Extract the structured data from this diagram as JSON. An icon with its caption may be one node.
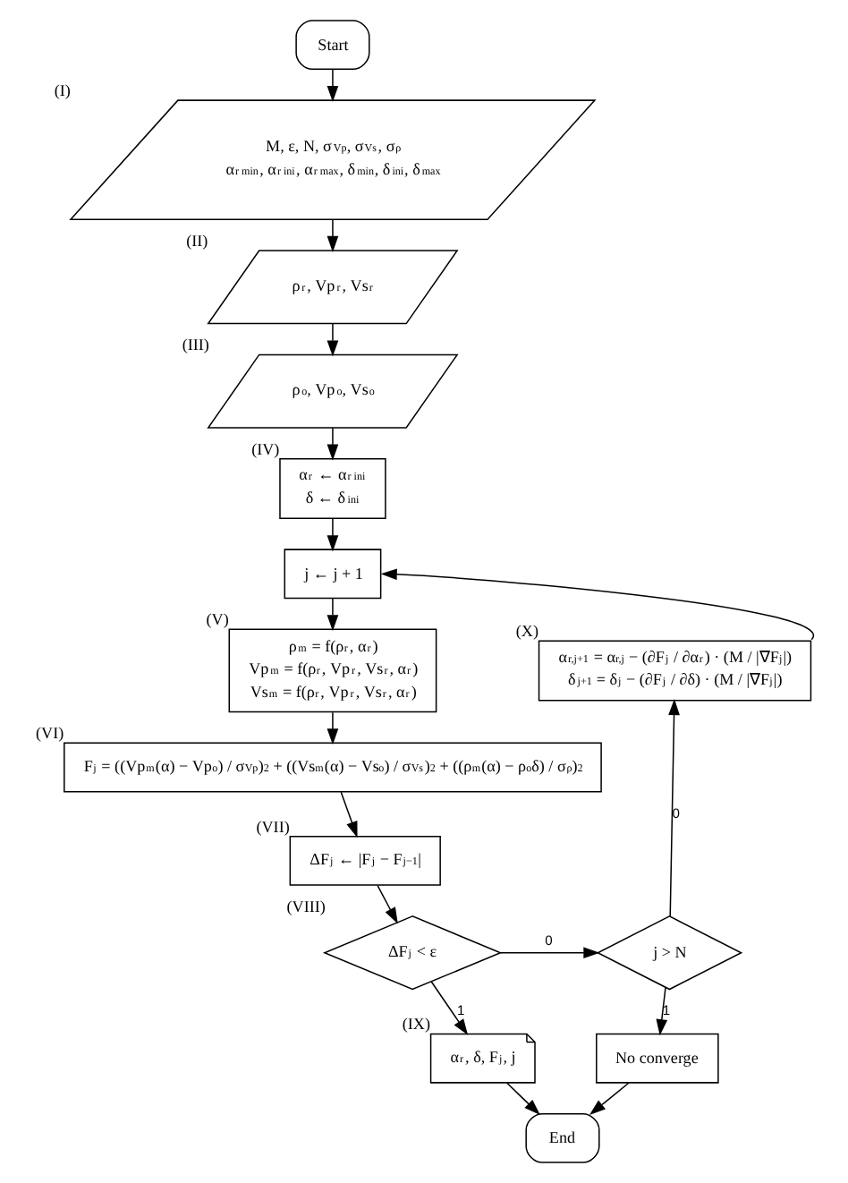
{
  "diagram": {
    "nodes": [
      {
        "text": [
          "Start"
        ]
      },
      {
        "text": [
          "M, ε, N, σ$_{Vp}$, σ$_{Vs}$, σ$_{ρ}$",
          "α$_{r min}$, α$_{r ini}$, α$_{r max}$, δ$_{min}$, δ$_{ini}$, δ$_{max}$"
        ],
        "beside": [
          "(I)"
        ]
      },
      {
        "text": [
          "ρ$_{r}$, Vp$_{r}$, Vs$_{r}$"
        ],
        "beside": [
          "(II)"
        ]
      },
      {
        "text": [
          "ρ$_{o}$, Vp$_{o}$, Vs$_{o}$"
        ],
        "beside": [
          "(III)"
        ]
      },
      {
        "text": [
          "α$_{r}$ ← α$_{r ini}$",
          "δ ← δ$_{ini}$"
        ],
        "beside": [
          "(IV)"
        ]
      },
      {
        "text": [
          "j ← j + 1"
        ]
      },
      {
        "text": [
          "ρ$_{m}$ = f(ρ$_{r}$, α$_{r}$)",
          "Vp$_{m}$ = f(ρ$_{r}$, Vp$_{r}$, Vs$_{r}$, α$_{r}$)",
          "Vs$_{m}$ = f(ρ$_{r}$, Vp$_{r}$, Vs$_{r}$, α$_{r}$)"
        ],
        "beside": [
          "(V)"
        ]
      },
      {
        "text": [
          "F$_{j}$ = ((Vp$_{m}$(α) − Vp$_{o}$) / σ$_{Vp}$)$^{2}$ + ((Vs$_{m}$(α) − Vs$_{o}$) / σ$_{Vs}$)$^{2}$ + ((ρ$_{m}$(α) − ρ$_{o}$δ) / σ$_{ρ}$)$^{2}$"
        ],
        "beside": [
          "(VI)"
        ]
      },
      {
        "text": [
          "ΔF$_{j}$ ← |F$_{j}$ − F$_{j−1}$|"
        ],
        "beside": [
          "(VII)"
        ]
      },
      {
        "text": [
          "ΔF$_{j}$ < ε"
        ],
        "beside": [
          "(VIII)"
        ]
      },
      {
        "text": [
          "j > N"
        ]
      },
      {
        "text": [
          "α$_{r}$, δ, F$_{j}$, j"
        ],
        "beside": [
          "(IX)"
        ]
      },
      {
        "text": [
          "No converge"
        ]
      },
      {
        "text": [
          "End"
        ]
      },
      {
        "text": [
          "α$_{r,j+1}$ = α$_{r,j}$ − (∂F$_{j}$ / ∂α$_{r}$) · (M / |∇F$_{j}$|)",
          "δ$_{j+1}$ = δ$_{j}$ − (∂F$_{j}$ / ∂δ) · (M / |∇F$_{j}$|)"
        ],
        "beside": [
          "(X)"
        ]
      }
    ],
    "edges": [
      {
        "from": 0,
        "to": 1,
        "arrow": "to"
      },
      {
        "from": 1,
        "to": 2,
        "arrow": "to"
      },
      {
        "from": 2,
        "to": 3,
        "arrow": "to"
      },
      {
        "from": 3,
        "to": 4,
        "arrow": "to"
      },
      {
        "from": 4,
        "to": 5,
        "arrow": "to"
      },
      {
        "from": 5,
        "to": 6,
        "arrow": "to"
      },
      {
        "from": 6,
        "to": 7,
        "arrow": "to"
      },
      {
        "from": 7,
        "to": 8,
        "arrow": "to"
      },
      {
        "from": 8,
        "to": 9,
        "arrow": "to"
      },
      {
        "from": 9,
        "to": 10,
        "arrow": "to",
        "label": "0"
      },
      {
        "from": 9,
        "to": 11,
        "arrow": "to",
        "label": "1"
      },
      {
        "from": 10,
        "to": 14,
        "arrow": "to",
        "label": "0"
      },
      {
        "from": 10,
        "to": 12,
        "arrow": "to",
        "label": "1"
      },
      {
        "from": 14,
        "to": 5,
        "arrow": "to"
      },
      {
        "from": 11,
        "to": 13,
        "arrow": "to"
      },
      {
        "from": 12,
        "to": 13,
        "arrow": "to"
      }
    ]
  }
}
